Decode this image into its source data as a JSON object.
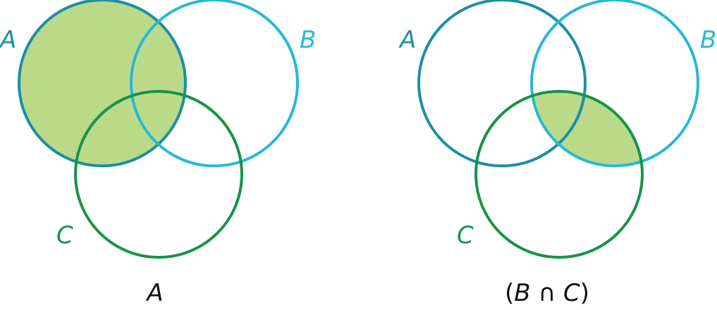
{
  "colors": {
    "set_a": "#1b8fa3",
    "set_b": "#26b9d6",
    "set_c": "#17934a",
    "shade": "#bada8a",
    "caption": "#111111"
  },
  "diagrams": [
    {
      "labels": {
        "a": "A",
        "b": "B",
        "c": "C"
      },
      "shaded_region": "A",
      "caption": {
        "open": "",
        "first": "A",
        "operator": "",
        "second": "",
        "close": ""
      }
    },
    {
      "labels": {
        "a": "A",
        "b": "B",
        "c": "C"
      },
      "shaded_region": "B ∩ C",
      "caption": {
        "open": "(",
        "first": "B",
        "operator": " ∩ ",
        "second": "C",
        "close": ")"
      }
    }
  ]
}
